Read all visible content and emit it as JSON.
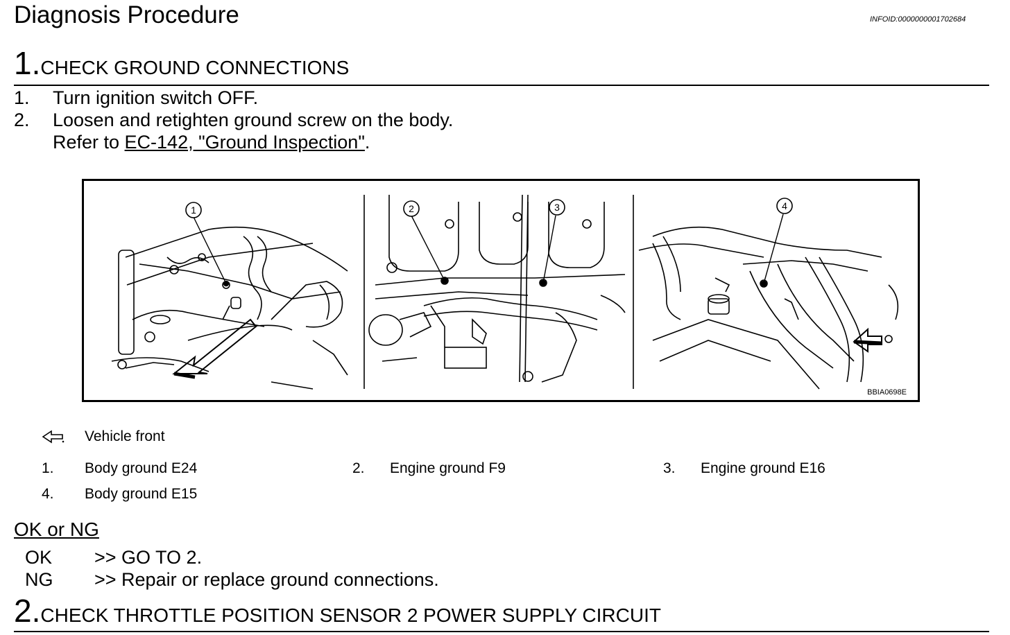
{
  "header": {
    "title": "Diagnosis Procedure",
    "info_id": "INFOID:0000000001702684"
  },
  "step1": {
    "number": "1.",
    "title": "CHECK GROUND CONNECTIONS",
    "instructions": [
      {
        "num": "1.",
        "text": "Turn ignition switch OFF."
      },
      {
        "num": "2.",
        "text": "Loosen and retighten ground screw on the body."
      }
    ],
    "refer_prefix": "Refer to ",
    "refer_link": "EC-142, \"Ground Inspection\"",
    "refer_suffix": "."
  },
  "figure": {
    "code": "BBIA0698E",
    "callouts": [
      "1",
      "2",
      "3",
      "4"
    ]
  },
  "legend": {
    "vehicle_front": "Vehicle front",
    "items": [
      {
        "num": "1.",
        "text": "Body ground E24"
      },
      {
        "num": "2.",
        "text": "Engine ground F9"
      },
      {
        "num": "3.",
        "text": "Engine ground E16"
      },
      {
        "num": "4.",
        "text": "Body ground E15"
      }
    ]
  },
  "results": {
    "heading": "OK or NG",
    "ok_key": "OK",
    "ok_text": ">> GO TO 2.",
    "ng_key": "NG",
    "ng_text": ">> Repair or replace ground connections."
  },
  "step2": {
    "number": "2.",
    "title": "CHECK THROTTLE POSITION SENSOR 2 POWER SUPPLY CIRCUIT"
  }
}
